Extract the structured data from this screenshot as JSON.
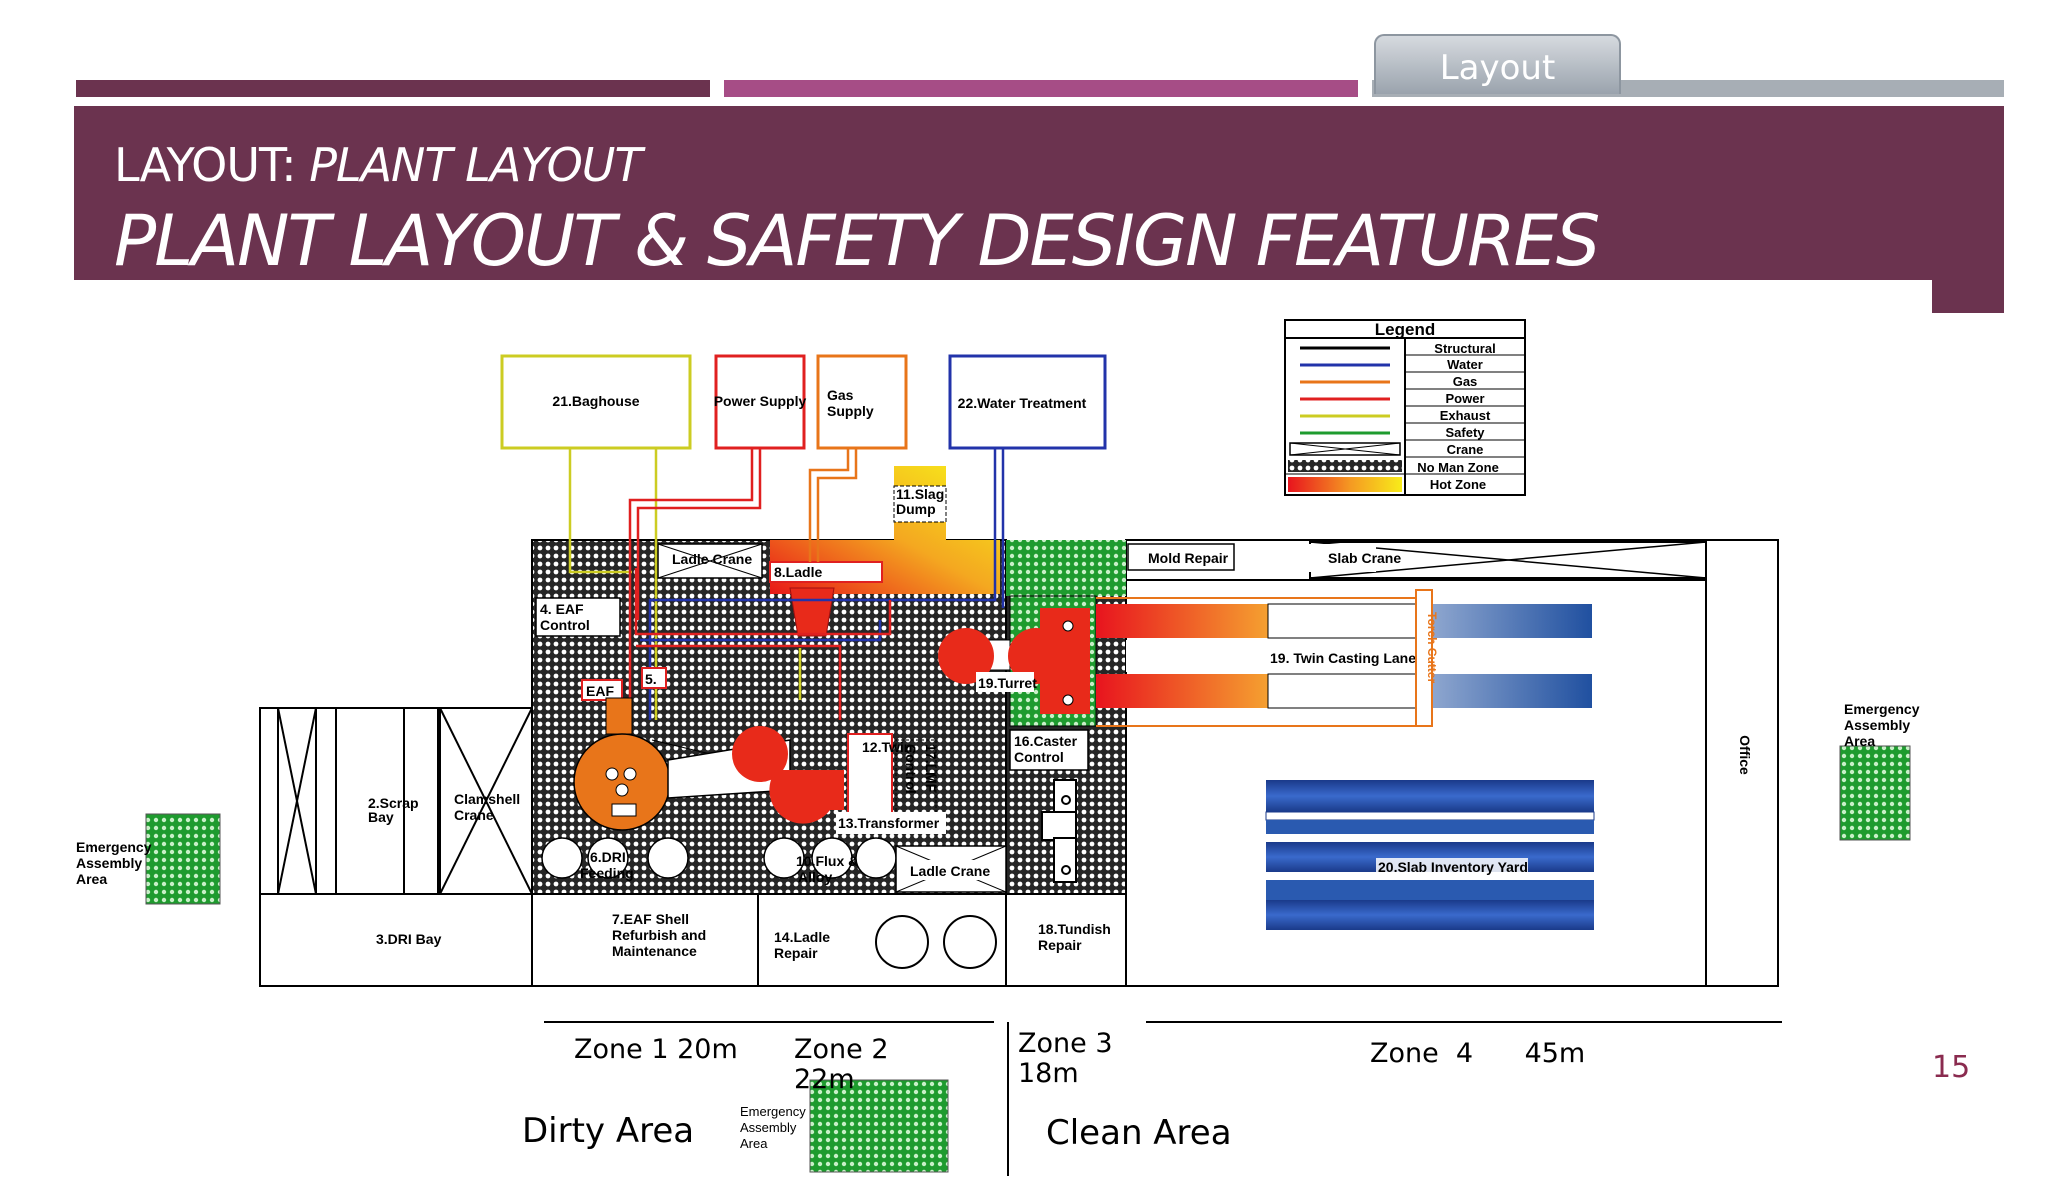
{
  "slide": {
    "tab_label": "Layout",
    "subtitle_prefix": "LAYOUT:",
    "subtitle_emphasis": "PLANT LAYOUT",
    "title": "PLANT LAYOUT & SAFETY DESIGN FEATURES",
    "page_number": "15"
  },
  "colors": {
    "header": "#6b334f",
    "bar_dark": "#6b334f",
    "bar_pink": "#a64d86",
    "bar_gray": "#a7aeb5",
    "structural": "#000000",
    "water": "#2233aa",
    "gas": "#e8751a",
    "power": "#e02020",
    "exhaust": "#cccc22",
    "safety": "#1e9b2e",
    "crane": "#000000"
  },
  "legend": {
    "title": "Legend",
    "items": [
      "Structural",
      "Water",
      "Gas",
      "Power",
      "Exhaust",
      "Safety",
      "Crane",
      "No  Man  Zone",
      "Hot  Zone"
    ]
  },
  "utilities": {
    "baghouse": "21.Baghouse",
    "power_supply": "Power  Supply",
    "gas_supply_1": "Gas",
    "gas_supply_2": "Supply",
    "water_treatment": "22.Water  Treatment"
  },
  "labels": {
    "slag_dump_1": "11.Slag",
    "slag_dump_2": "Dump",
    "ladle_crane_top": "Ladle  Crane",
    "ladle_8": "8.Ladle",
    "eaf_control_1": "4.  EAF",
    "eaf_control_2": "Control",
    "eaf": "EAF",
    "five": "5.",
    "turret": "19.Turret",
    "twin": "12.Twin",
    "lmf": "17.LMF",
    "lmf_control": "Control",
    "transformer": "13.Transformer",
    "caster_control_1": "16.Caster",
    "caster_control_2": "Control",
    "dri_1": "6.DRI",
    "dri_2": "Feeding",
    "flux_1": "10.Flux  &",
    "flux_2": "Alloy",
    "ladle_crane_bottom": "Ladle  Crane",
    "mold_repair": "Mold  Repair",
    "slab_crane": "Slab  Crane",
    "twin_casting": "19.  Twin  Casting  Lane",
    "torch_cutter": "Torch  Cutter",
    "slab_inventory": "20.Slab  Inventory  Yard",
    "office": "Office",
    "scrap_bay_1": "2.Scrap",
    "scrap_bay_2": "Bay",
    "clamshell_1": "Clamshell",
    "clamshell_2": "Crane",
    "dri_bay": "3.DRI  Bay",
    "eaf_shell_1": "7.EAF  Shell",
    "eaf_shell_2": "Refurbish  and",
    "eaf_shell_3": "Maintenance",
    "ladle_repair_1": "14.Ladle",
    "ladle_repair_2": "Repair",
    "tundish_1": "18.Tundish",
    "tundish_2": "Repair",
    "emergency_left_1": "Emergency",
    "emergency_left_2": "Assembly",
    "emergency_left_3": "Area",
    "emergency_right_1": "Emergency",
    "emergency_right_2": "Assembly",
    "emergency_right_3": "Area",
    "emergency_bottom_1": "Emergency",
    "emergency_bottom_2": "Assembly",
    "emergency_bottom_3": "Area"
  },
  "zones": {
    "zone1": "Zone  1  20m",
    "zone2_1": "Zone  2",
    "zone2_2": "22m",
    "zone3_1": "Zone  3",
    "zone3_2": "18m",
    "zone4": "Zone  4      45m",
    "dirty_area": "Dirty  Area",
    "clean_area": "Clean  Area"
  }
}
